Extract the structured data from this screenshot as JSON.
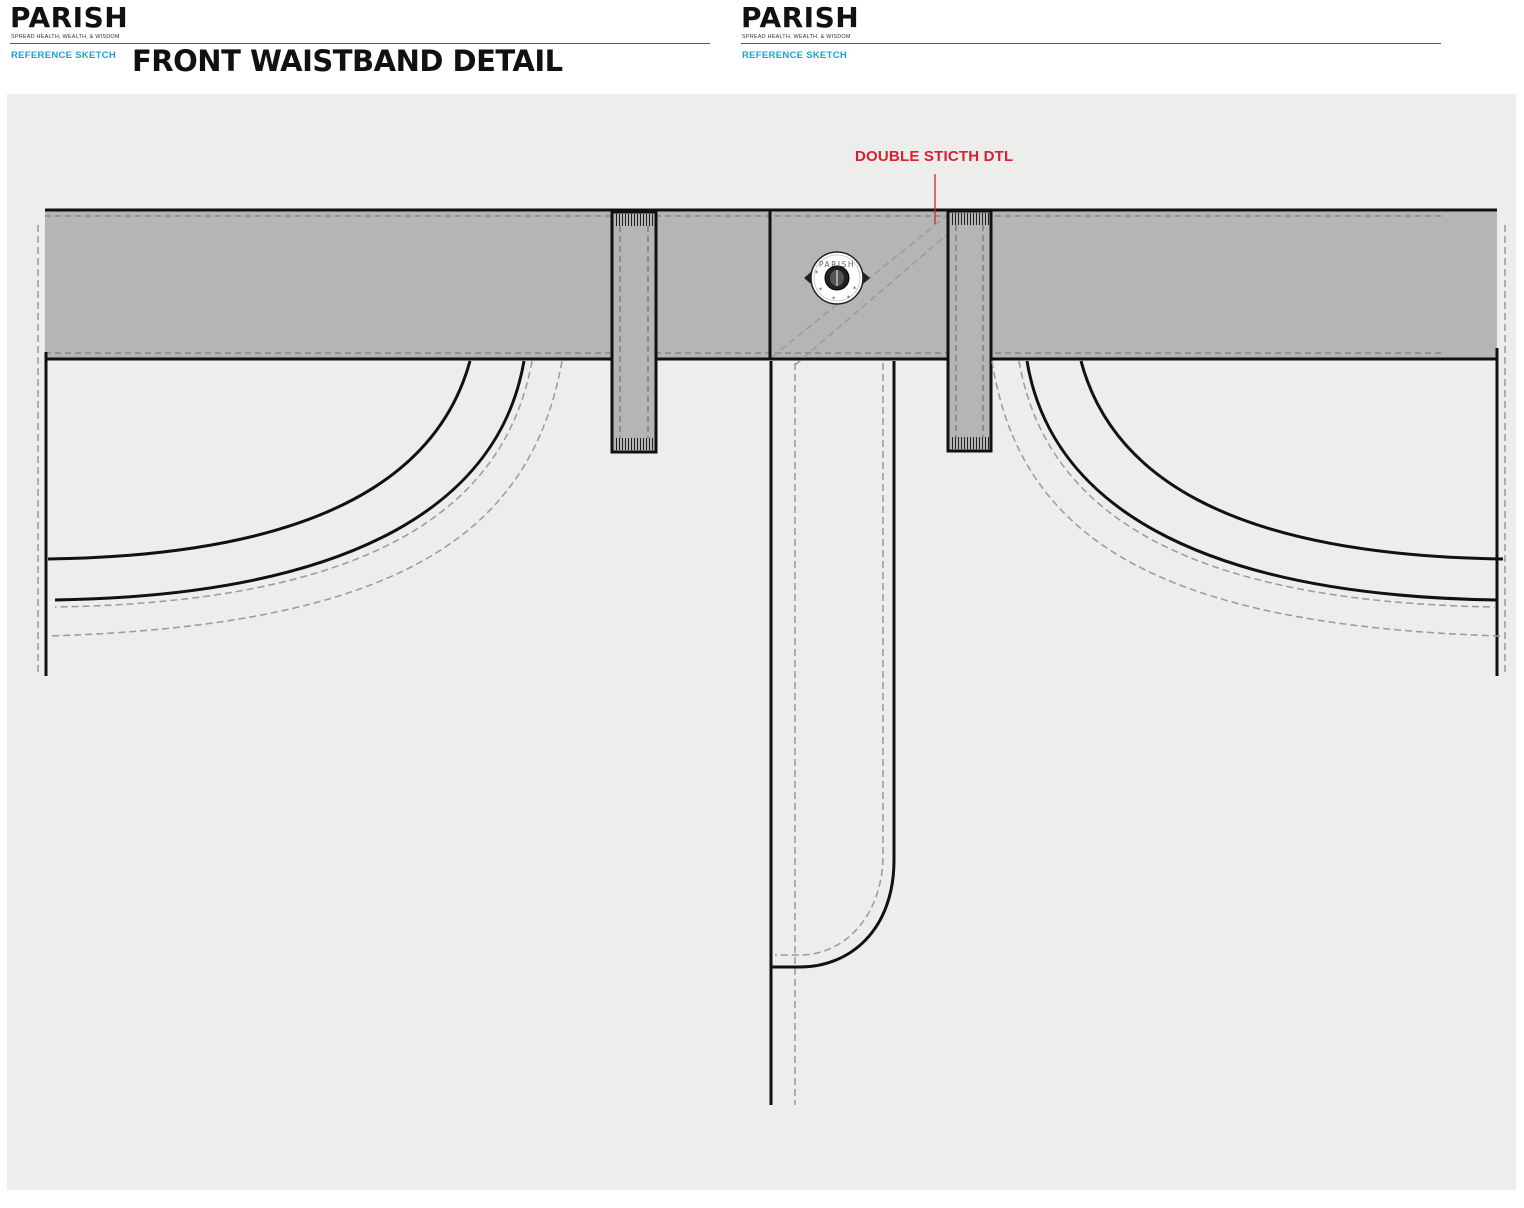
{
  "header_left": {
    "brand": "PARISH",
    "tagline": "SPREAD HEALTH, WEALTH, & WISDOM",
    "sheet_type": "REFERENCE SKETCH",
    "title": "FRONT WAISTBAND DETAIL"
  },
  "header_right": {
    "brand": "PARISH",
    "tagline": "SPREAD HEALTH, WEALTH, & WISDOM",
    "sheet_type": "REFERENCE SKETCH"
  },
  "callout": {
    "text": "DOUBLE STICTH DTL"
  },
  "button": {
    "text": "PARISH"
  },
  "colors": {
    "accent_blue": "#1aa3d0",
    "callout_red": "#d8202f",
    "waistband_gray": "#b5b5b5",
    "background": "#ededeb",
    "stitch_gray": "#8a8a8a"
  }
}
